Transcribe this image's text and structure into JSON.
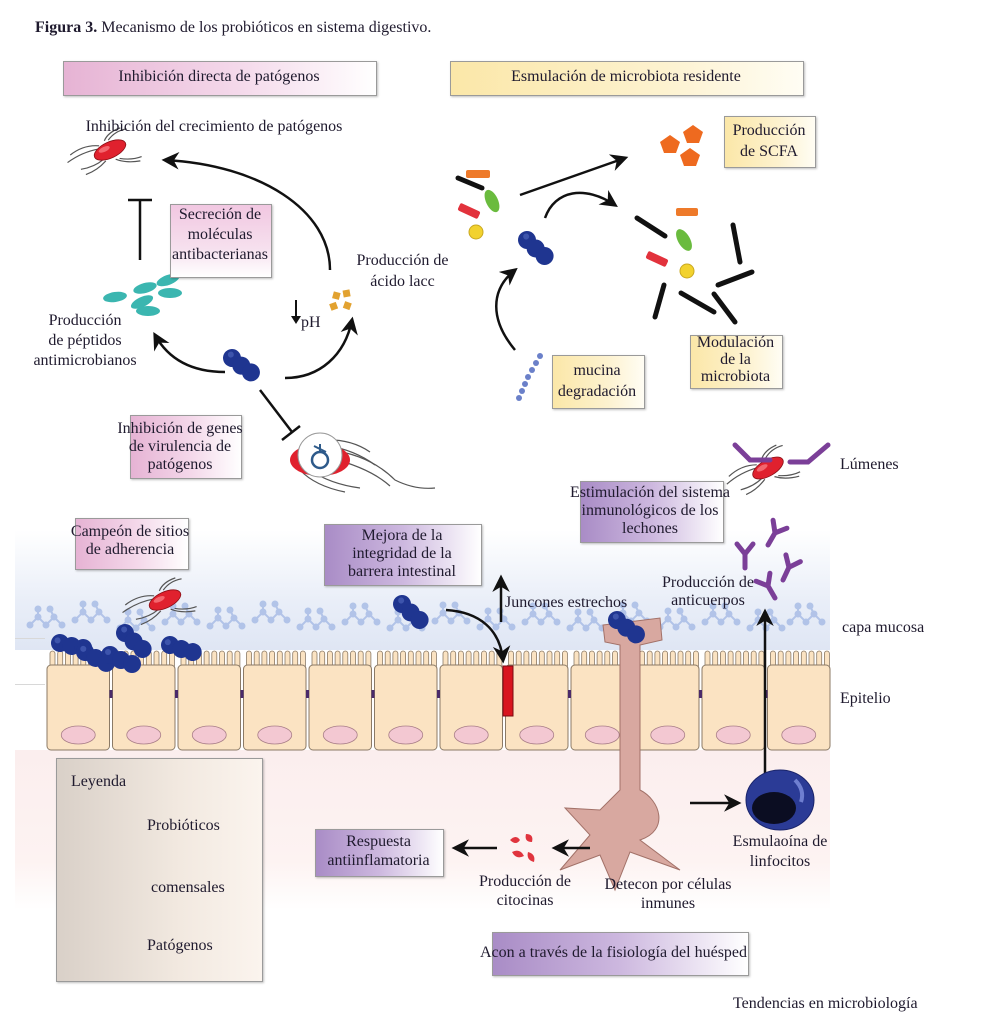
{
  "figure": {
    "caption_label": "Figura 3.",
    "caption_text": " Mecanismo de los probióticos en sistema digestivo.",
    "credit": "Tendencias en microbiología"
  },
  "sections": {
    "direct_inhibition": "Inhibición directa de patógenos",
    "resident_stimulation": "Esmulación de microbiota residente",
    "host_physiology": "Acon a través de la fisiología del huésped"
  },
  "labels": {
    "growth_inhibition": "Inhibición del crecimiento de patógenos",
    "secretion": [
      "Secreción de",
      "moléculas",
      "antibacterianas"
    ],
    "peptides": [
      "Producción",
      "de péptidos",
      "antimicrobianos"
    ],
    "lactic_acid": [
      "Producción de",
      "ácido lacc"
    ],
    "ph": "pH",
    "virulence": [
      "Inhibición de genes",
      "de virulencia de",
      "patógenos"
    ],
    "scfa": [
      "Producción",
      "de SCFA"
    ],
    "modulation": [
      "Modulación",
      "de la",
      "microbiota"
    ],
    "mucin": [
      "mucina",
      "degradación"
    ],
    "lumen": "Lúmenes",
    "immune_stimulation": [
      "Estimulación del sistema",
      "inmunológicos de los",
      "lechones"
    ],
    "adherence": [
      "Campeón de sitios",
      "de adherencia"
    ],
    "barrier": [
      "Mejora de la",
      "integridad de la",
      "barrera intestinal"
    ],
    "tight_junctions": "Juncones estrechos",
    "antibodies": [
      "Producción de",
      "anticuerpos"
    ],
    "mucus_layer": "capa mucosa",
    "epithelium": "Epitelio",
    "anti_inflammatory": [
      "Respuesta",
      "antiinflamatoria"
    ],
    "cytokines": [
      "Producción de",
      "citocinas"
    ],
    "immune_detection": [
      "Detecon por células",
      "inmunes"
    ],
    "lymphocytes": [
      "Esmulaoína de",
      "linfocitos"
    ]
  },
  "legend": {
    "title": "Leyenda",
    "items": [
      {
        "icon": "probiotic-icon",
        "label": "Probióticos"
      },
      {
        "icon": "commensal-icon",
        "label": "comensales"
      },
      {
        "icon": "pathogen-icon",
        "label": "Patógenos"
      }
    ]
  },
  "colors": {
    "probiotic": "#1f3590",
    "pathogen": "#e0212e",
    "antibody": "#7b3f98",
    "scfa": "#ee6a1f",
    "peptide": "#3bb6b0",
    "lactic": "#e2a230",
    "epithelial_cell": "#fbe3c2",
    "nucleus": "#f3c8d2",
    "mucus": "#a9bde6",
    "dendritic_cell": "#d8a8a0",
    "lymphocyte": "#2b3b96"
  }
}
